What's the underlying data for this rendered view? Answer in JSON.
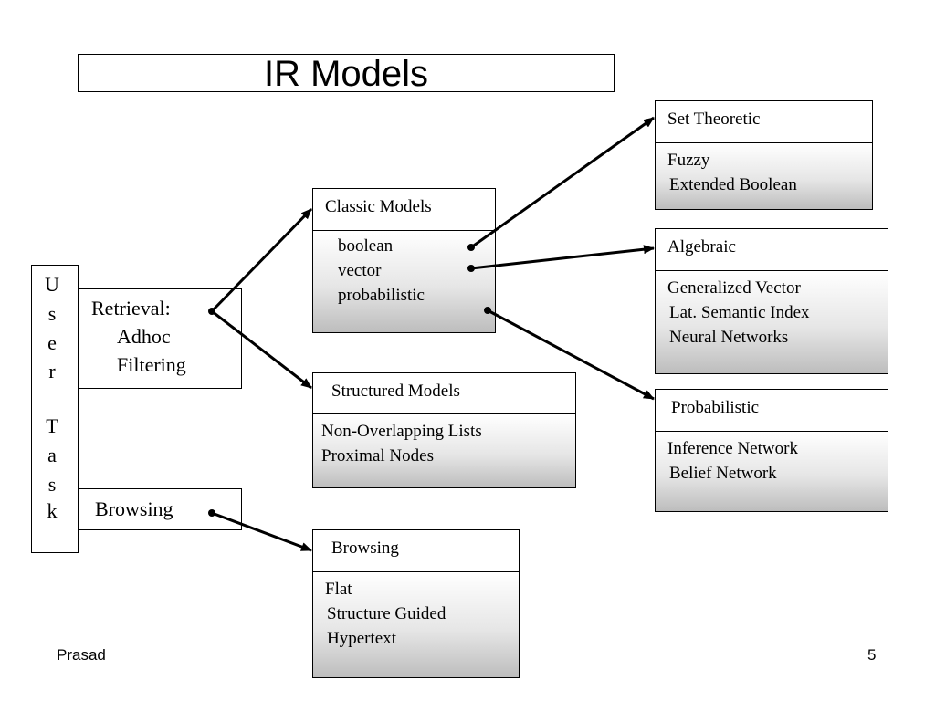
{
  "title": "IR  Models",
  "user_task": {
    "letters": [
      "U",
      "s",
      "e",
      "r",
      "T",
      "a",
      "s",
      "k"
    ]
  },
  "retrieval": {
    "lines": [
      "Retrieval:",
      "Adhoc",
      "Filtering"
    ]
  },
  "browsing_task": {
    "label": "Browsing"
  },
  "classic_models": {
    "header": "Classic Models",
    "items": [
      "boolean",
      "vector",
      "probabilistic"
    ]
  },
  "structured_models": {
    "header": "Structured Models",
    "items": [
      "Non-Overlapping Lists",
      "Proximal Nodes"
    ]
  },
  "browsing_models": {
    "header": "Browsing",
    "items": [
      "Flat",
      "Structure Guided",
      "Hypertext"
    ]
  },
  "set_theoretic": {
    "header": "Set Theoretic",
    "items": [
      "Fuzzy",
      "Extended Boolean"
    ]
  },
  "algebraic": {
    "header": "Algebraic",
    "items": [
      "Generalized Vector",
      "Lat. Semantic Index",
      "Neural Networks"
    ]
  },
  "probabilistic": {
    "header": "Probabilistic",
    "items": [
      "Inference Network",
      "Belief Network"
    ]
  },
  "footer": {
    "author": "Prasad",
    "page_number": "5"
  }
}
